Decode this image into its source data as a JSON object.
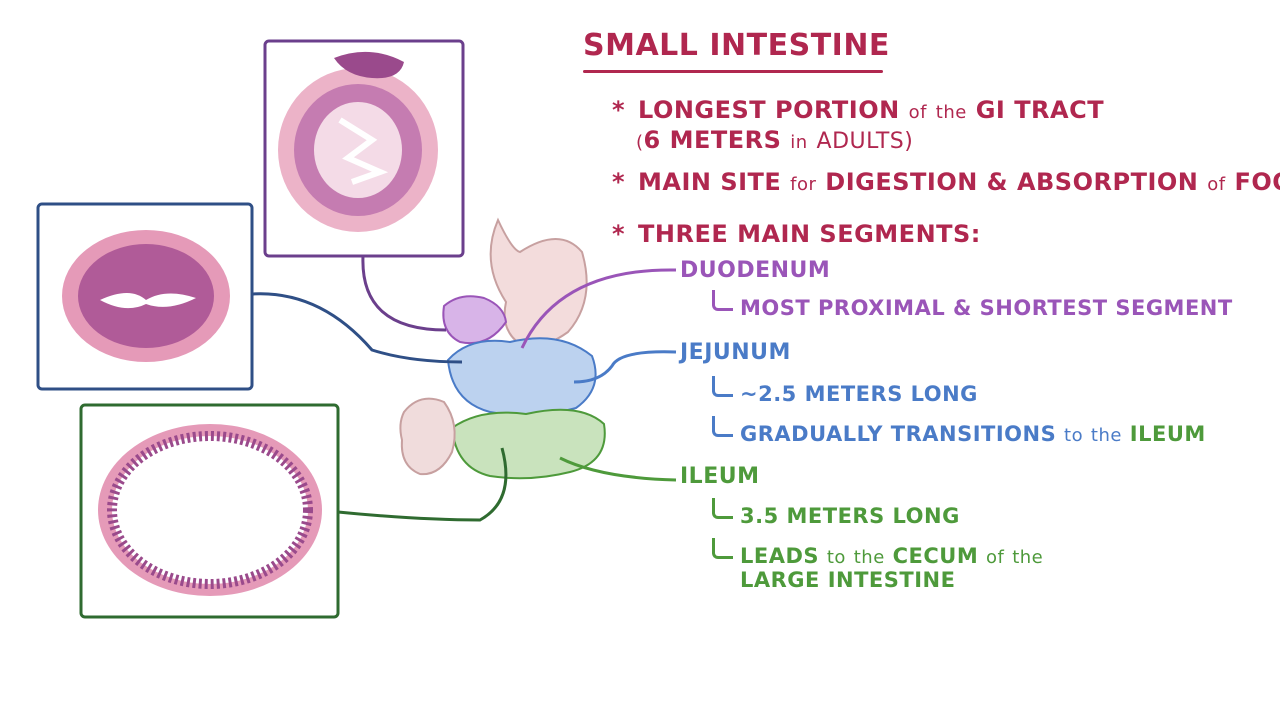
{
  "heading": {
    "title": "SMALL INTESTINE"
  },
  "bullets": {
    "star": "*",
    "b1_line1_strong": "LONGEST PORTION",
    "b1_line1_of": "of",
    "b1_line1_the": "the",
    "b1_line1_end": "GI TRACT",
    "b1_line2_open": "(",
    "b1_line2_strong": "6 METERS",
    "b1_line2_in": "in",
    "b1_line2_end": "ADULTS)",
    "b2_a": "MAIN SITE",
    "b2_for": "for",
    "b2_b": "DIGESTION & ABSORPTION",
    "b2_of": "of",
    "b2_c": "FOOD",
    "b3": "THREE MAIN SEGMENTS:"
  },
  "segments": {
    "duodenum": {
      "name": "DUODENUM",
      "detail1": "MOST PROXIMAL & SHORTEST SEGMENT"
    },
    "jejunum": {
      "name": "JEJUNUM",
      "detail1": "~2.5 METERS LONG",
      "detail2_a": "GRADUALLY TRANSITIONS",
      "detail2_to": "to",
      "detail2_the": "the",
      "detail2_b": "ILEUM"
    },
    "ileum": {
      "name": "ILEUM",
      "detail1": "3.5 METERS LONG",
      "detail2_a": "LEADS",
      "detail2_to": "to",
      "detail2_the": "the",
      "detail2_b": "CECUM",
      "detail2_of": "of",
      "detail2_the2": "the",
      "detail2_line2": "LARGE INTESTINE"
    }
  },
  "colors": {
    "title": "#b0274f",
    "duodenum": "#9a55b8",
    "jejunum": "#4a7bc7",
    "ileum": "#4e9a3b",
    "frame_duodenum": "#6b3f8c",
    "frame_jejunum": "#2f4f86",
    "frame_ileum": "#2f6b30",
    "tissue_pink": "#e59ab8",
    "tissue_purple": "#9a4a8c"
  }
}
